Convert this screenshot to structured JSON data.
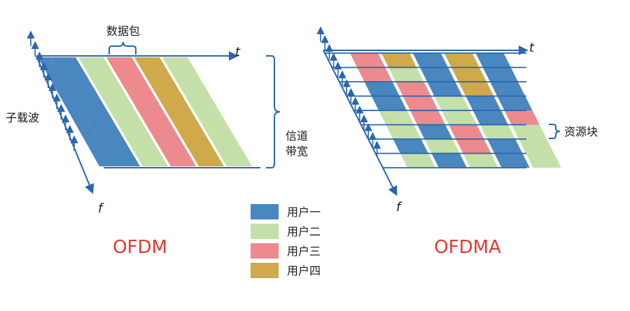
{
  "colors": {
    "user1": "#4a86c0",
    "user2": "#c5dfa8",
    "user3": "#ec8a8e",
    "user4": "#cfa94a",
    "axis": "#2a66ad",
    "title": "#e23b32",
    "text": "#1a1a1a"
  },
  "ofdm": {
    "title": "OFDM",
    "axis_t": "t",
    "axis_f": "f",
    "label_packet": "数据包",
    "label_subcarrier": "子载波",
    "label_bandwidth_line1": "信道",
    "label_bandwidth_line2": "带宽",
    "bands": [
      1,
      2,
      3,
      4,
      2
    ]
  },
  "ofdma": {
    "title": "OFDMA",
    "axis_t": "t",
    "axis_f": "f",
    "label_resource_block": "资源块",
    "grid": [
      [
        3,
        4,
        1,
        4,
        1
      ],
      [
        3,
        2,
        1,
        4,
        1
      ],
      [
        1,
        3,
        1,
        4,
        1
      ],
      [
        1,
        3,
        2,
        1,
        1
      ],
      [
        2,
        3,
        2,
        1,
        3
      ],
      [
        2,
        1,
        3,
        2,
        2
      ],
      [
        1,
        2,
        3,
        1,
        2
      ],
      [
        2,
        1,
        2,
        1,
        2
      ]
    ]
  },
  "legend": [
    {
      "label": "用户一",
      "user": "user1"
    },
    {
      "label": "用户二",
      "user": "user2"
    },
    {
      "label": "用户三",
      "user": "user3"
    },
    {
      "label": "用户四",
      "user": "user4"
    }
  ]
}
